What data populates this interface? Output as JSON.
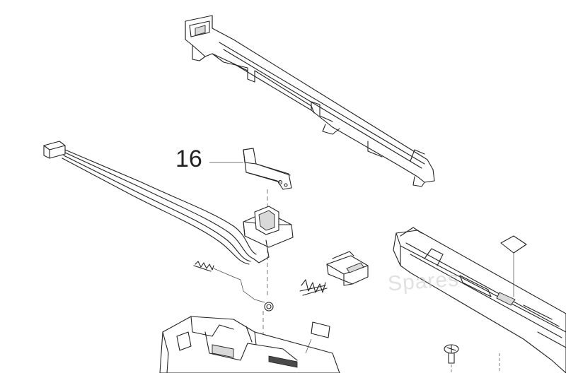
{
  "callouts": [
    {
      "number": "16",
      "part": "bracket"
    }
  ],
  "watermark": {
    "text": "Spares"
  },
  "colors": {
    "line": "#222222",
    "shade": "#d9d9d9",
    "background": "#ffffff"
  }
}
